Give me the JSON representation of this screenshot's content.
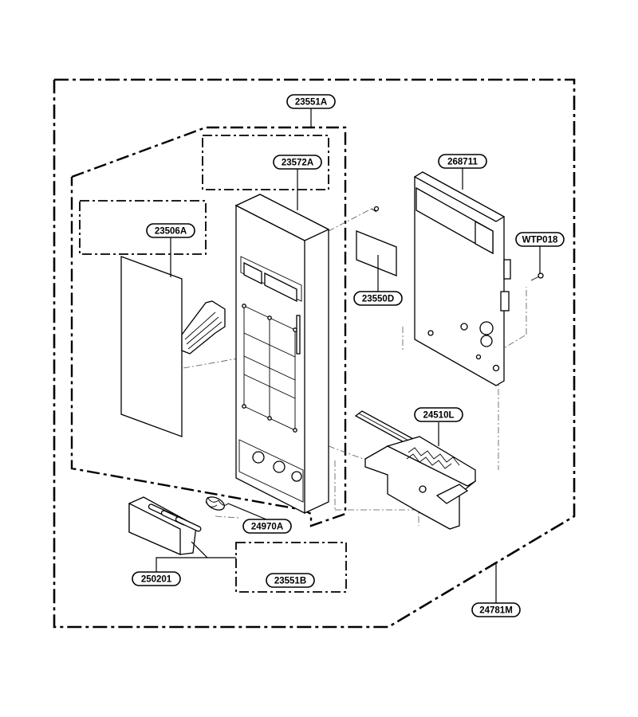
{
  "assembly": {
    "label": "24781M"
  },
  "groups": {
    "frame_group_label": "23551A",
    "sub_group_label": "23551B"
  },
  "parts": {
    "control_panel_frame": "23572A",
    "membrane_switch": "23506A",
    "pcb_assembly": "268711",
    "screw": "WTP018",
    "display_window": "23550D",
    "door_latch_lever": "24510L",
    "spring": "24970A",
    "door_button": "250201"
  }
}
